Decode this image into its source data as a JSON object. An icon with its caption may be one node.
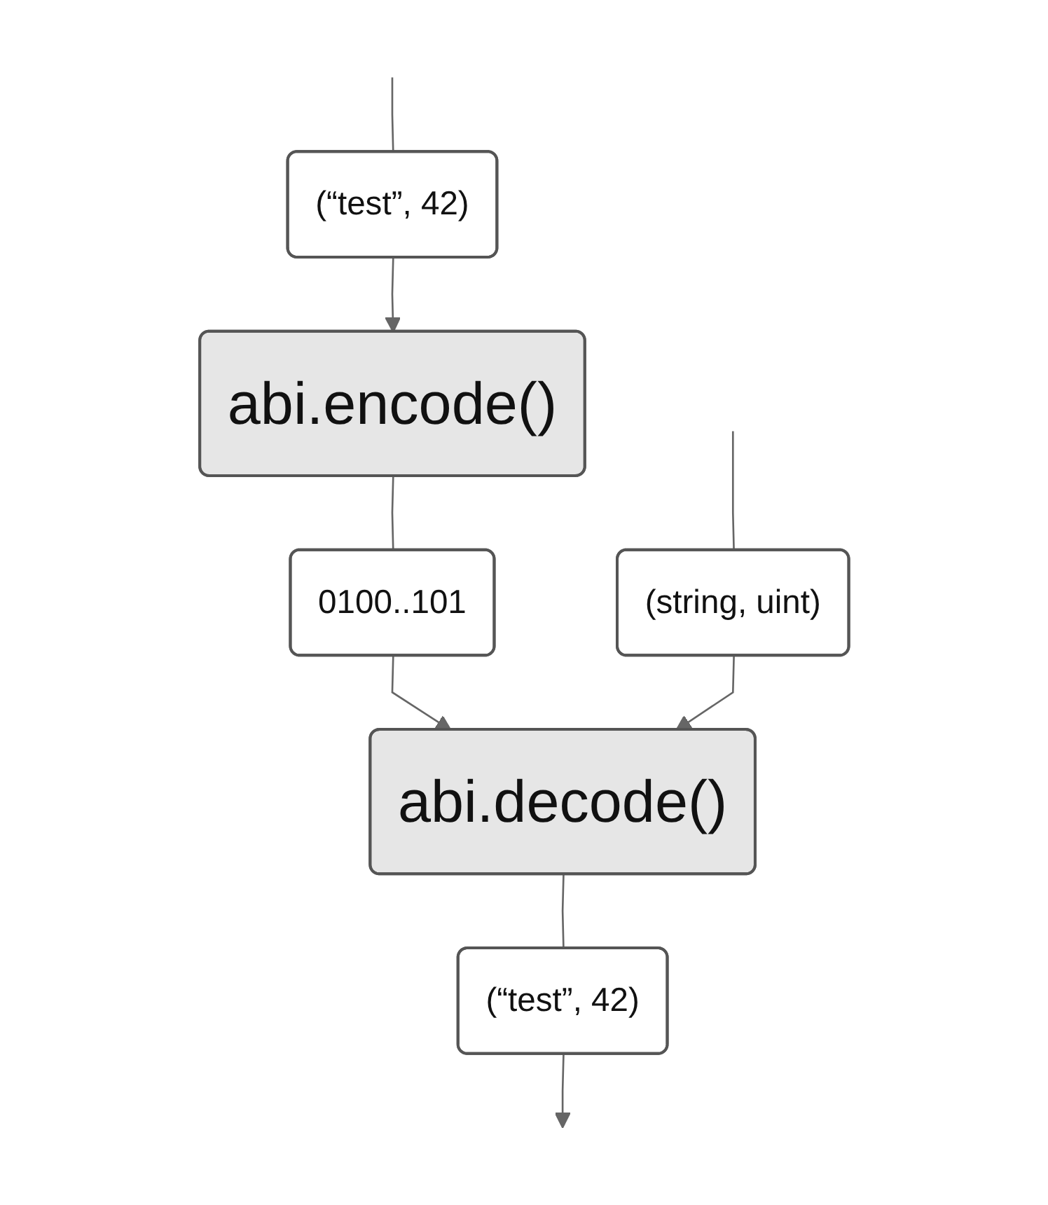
{
  "diagram": {
    "nodes": [
      {
        "text": [
          "(“test”, 42)"
        ]
      },
      {
        "text": [
          "abi.encode()"
        ]
      },
      {
        "text": [
          "0100..101"
        ]
      },
      {
        "text": [
          "(string, uint)"
        ]
      },
      {
        "text": [
          "abi.decode()"
        ]
      },
      {
        "text": [
          "(“test”, 42)"
        ]
      }
    ],
    "edges": [
      {
        "from": null,
        "to": 0,
        "arrow": "none"
      },
      {
        "from": 0,
        "to": 1,
        "arrow": "to"
      },
      {
        "from": 1,
        "to": 2,
        "arrow": "none"
      },
      {
        "from": 2,
        "to": 4,
        "arrow": "to"
      },
      {
        "from": null,
        "to": 3,
        "arrow": "none"
      },
      {
        "from": 3,
        "to": 4,
        "arrow": "to"
      },
      {
        "from": 4,
        "to": 5,
        "arrow": "none"
      },
      {
        "from": 5,
        "to": null,
        "arrow": "to"
      }
    ]
  }
}
